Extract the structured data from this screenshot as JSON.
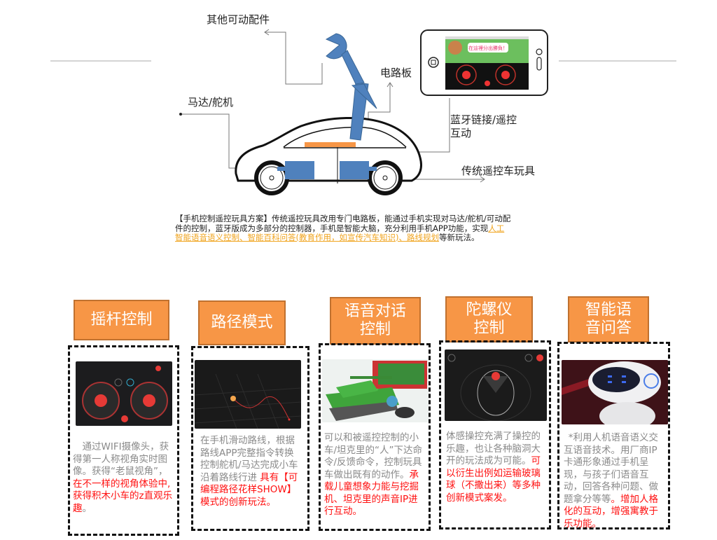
{
  "diagram": {
    "labels": {
      "other_parts": "其他可动配件",
      "circuit_board": "电路板",
      "motor_servo": "马达/舵机",
      "bluetooth_line1": "蓝牙链接/遥控",
      "bluetooth_line2": "互动",
      "traditional_toy": "传统遥控车玩具"
    },
    "phone_screen": {
      "banner_text": "在這裡分出勝負！"
    },
    "colors": {
      "blue_component": "#4f81bd",
      "orange_board": "#f79646",
      "title_box": "#f79646",
      "highlight_text": "#f0a41e",
      "red_text": "#ff1010",
      "gray_text": "#8a8a8a"
    }
  },
  "description": {
    "part1": "【手机控制遥控玩具方案】传统遥控玩具改用专门电路板，能通过手机实现对马达/舵机/可动配件的控制，蓝牙版成为多部分的控制器，手机是智能大脑，充分利用手机APP功能，实现",
    "highlight": "人工智能语音语义控制、智能百科问答(教育作用，如宣传汽车知识)、路线规划",
    "part2": "等新玩法。"
  },
  "features": [
    {
      "title": "摇杆控制",
      "gray": "通过WIFI摄像头，获得第一人称视角实时图像。获得“老鼠视角”，",
      "red": "在不一样的视角体验中,获得积木小车的z直观乐趣",
      "tail": "。"
    },
    {
      "title": "路径模式",
      "gray": "在手机滑动路线，根据路线APP完整指令转换控制舵机/马达完成小车沿着路线行进 ",
      "red": "具有【可编程路径花样SHOW】模式的创新玩法。",
      "tail": ""
    },
    {
      "title": "语音对话控制",
      "gray": "可以和被遥控控制的小车/坦克里的“人”下达命令/反馈命令，控制玩具车做出既有的动作。",
      "red": "承载儿童想象力能与挖掘机、坦克里的声音IP进行互动。",
      "tail": ""
    },
    {
      "title": "陀螺仪控制",
      "gray": "体感操控充满了操控的乐趣，也让各种脑洞大开的玩法成为可能。",
      "red": "可以衍生出例如运输玻璃球（不撒出来）等多种创新模式案发。",
      "tail": ""
    },
    {
      "title": "智能语音问答",
      "gray": " *利用人机语音语义交互语音技术。用厂商IP卡通形象通过手机呈现，与孩子们语音互动，回答各种问题、做题拿分等等",
      "red": "。增加人格化的互动，增强寓教于乐功能。",
      "tail": ""
    }
  ]
}
